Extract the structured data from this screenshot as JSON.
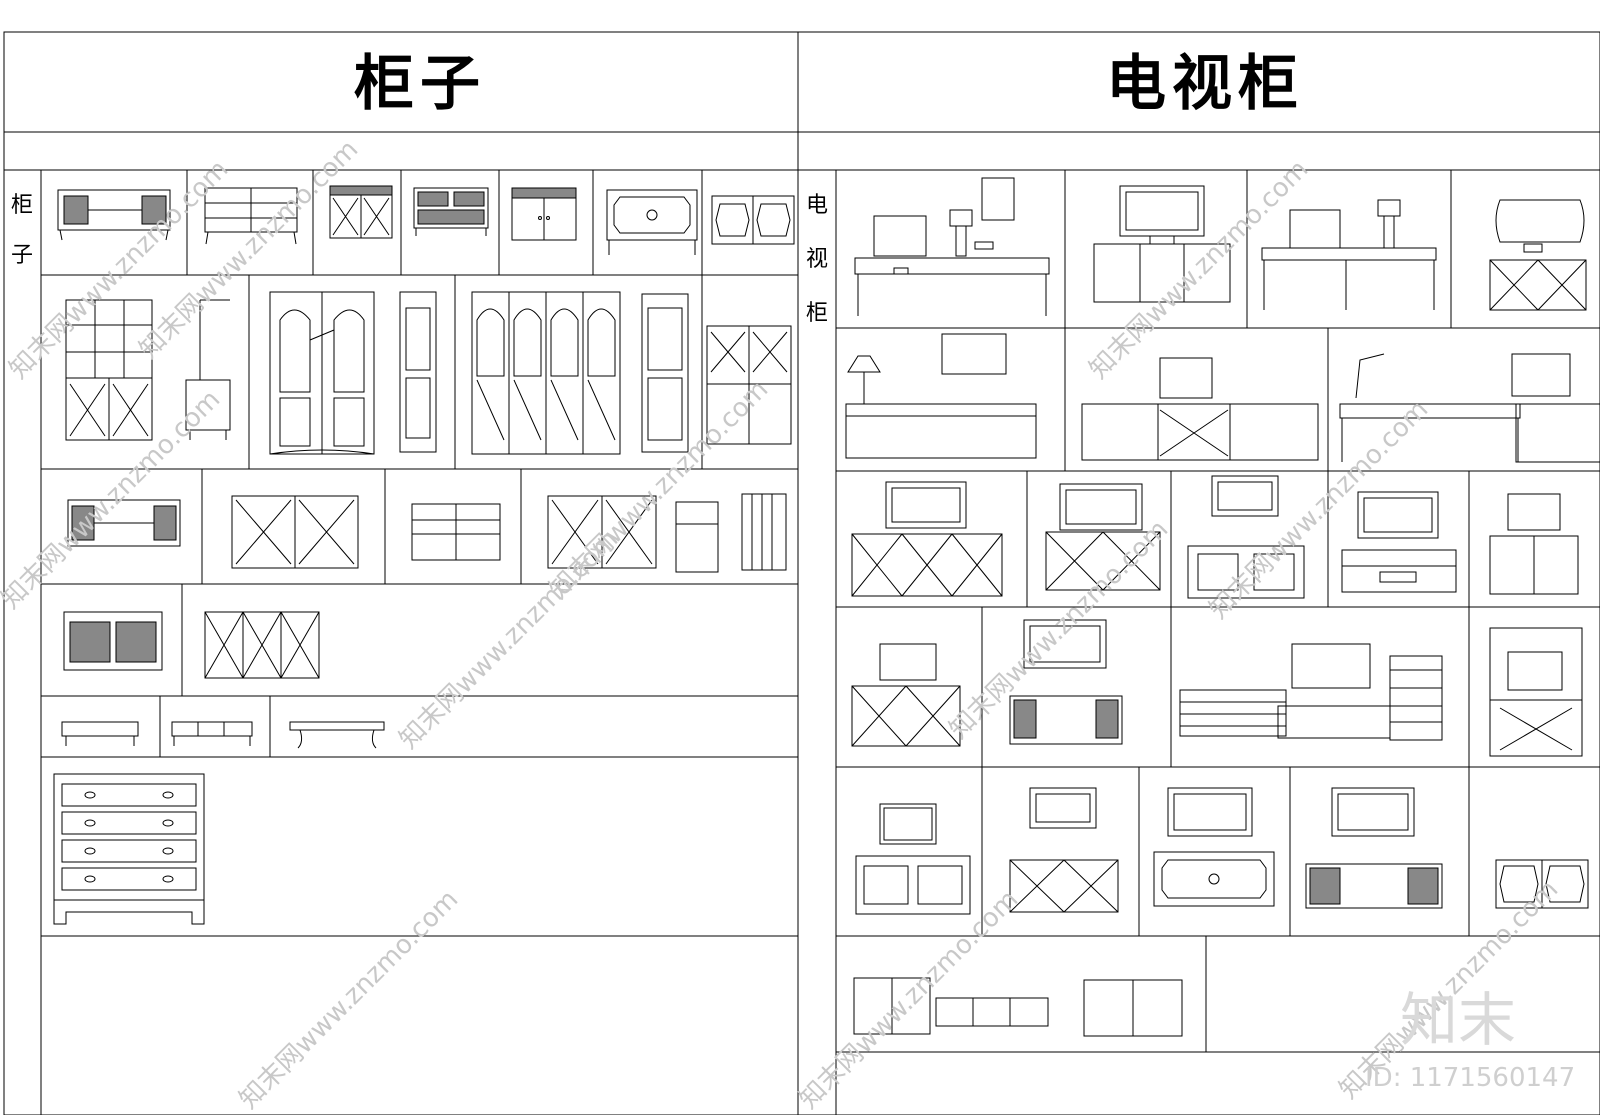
{
  "sheet": {
    "left_title": "柜子",
    "right_title": "电视柜",
    "left_side_label": [
      "柜",
      "子"
    ],
    "right_side_label": [
      "电",
      "视",
      "柜"
    ]
  },
  "watermark": {
    "repeat_text": "知末网www.znzmo.com",
    "brand": "知末",
    "id_text": "ID: 1171560147"
  },
  "colors": {
    "line": "#000000",
    "background": "#ffffff",
    "watermark": "#c8c8c8"
  }
}
